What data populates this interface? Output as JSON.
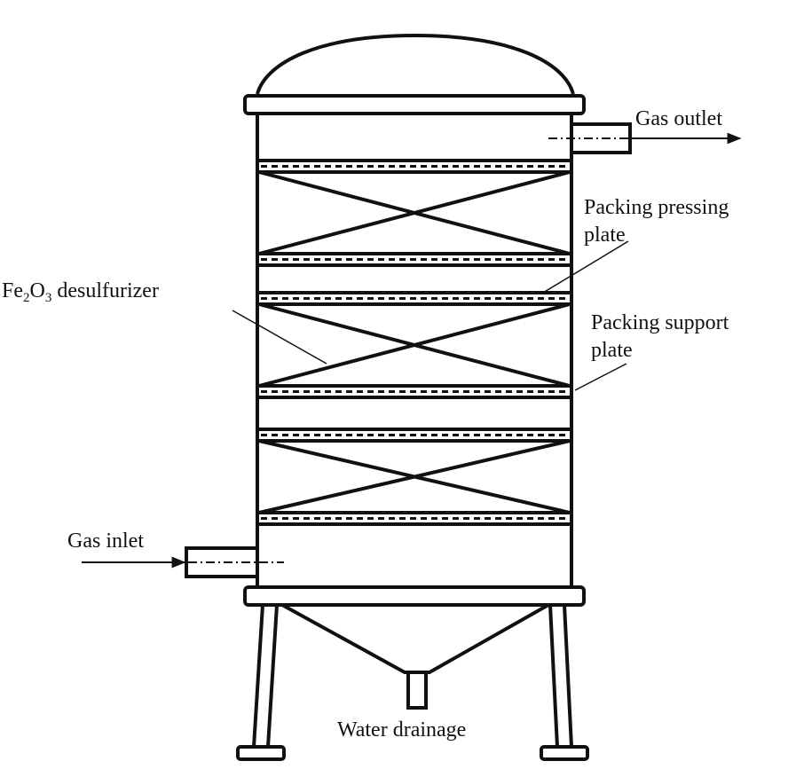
{
  "labels": {
    "gas_outlet": "Gas outlet",
    "packing_pressing_line1": "Packing pressing",
    "packing_pressing_line2": "plate",
    "desulfurizer_prefix": "Fe",
    "desulfurizer_sub1": "2",
    "desulfurizer_mid": "O",
    "desulfurizer_sub2": "3",
    "desulfurizer_suffix": " desulfurizer",
    "packing_support_line1": "Packing support",
    "packing_support_line2": "plate",
    "gas_inlet": "Gas inlet",
    "water_drainage": "Water drainage"
  },
  "colors": {
    "line": "#111111",
    "background": "#ffffff"
  }
}
